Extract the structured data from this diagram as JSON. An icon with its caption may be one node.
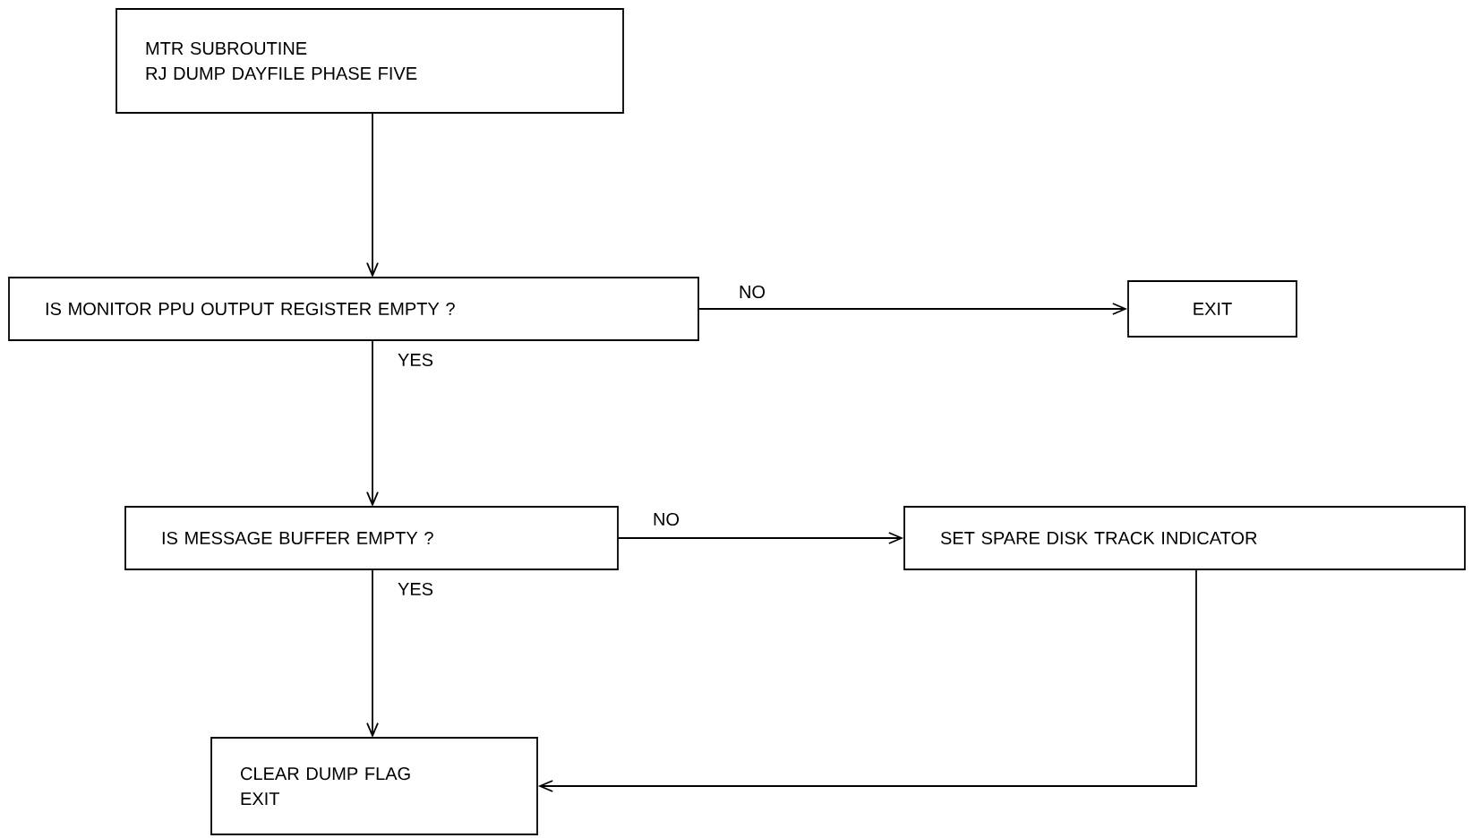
{
  "diagram": {
    "nodes": [
      {
        "text": [
          "MTR SUBROUTINE",
          "RJ DUMP DAYFILE PHASE FIVE"
        ]
      },
      {
        "text": [
          "IS MONITOR PPU OUTPUT REGISTER EMPTY ?"
        ]
      },
      {
        "text": [
          "EXIT"
        ]
      },
      {
        "text": [
          "IS MESSAGE BUFFER EMPTY ?"
        ]
      },
      {
        "text": [
          "SET SPARE DISK TRACK INDICATOR"
        ]
      },
      {
        "text": [
          "CLEAR DUMP FLAG",
          "EXIT"
        ]
      }
    ],
    "edges": [
      {
        "from": 0,
        "to": 1,
        "arrow": "to"
      },
      {
        "from": 1,
        "to": 2,
        "arrow": "to",
        "label": "NO"
      },
      {
        "from": 1,
        "to": 3,
        "arrow": "to",
        "label": "YES"
      },
      {
        "from": 3,
        "to": 4,
        "arrow": "to",
        "label": "NO"
      },
      {
        "from": 3,
        "to": 5,
        "arrow": "to",
        "label": "YES"
      },
      {
        "from": 4,
        "to": 5,
        "arrow": "to"
      }
    ]
  }
}
